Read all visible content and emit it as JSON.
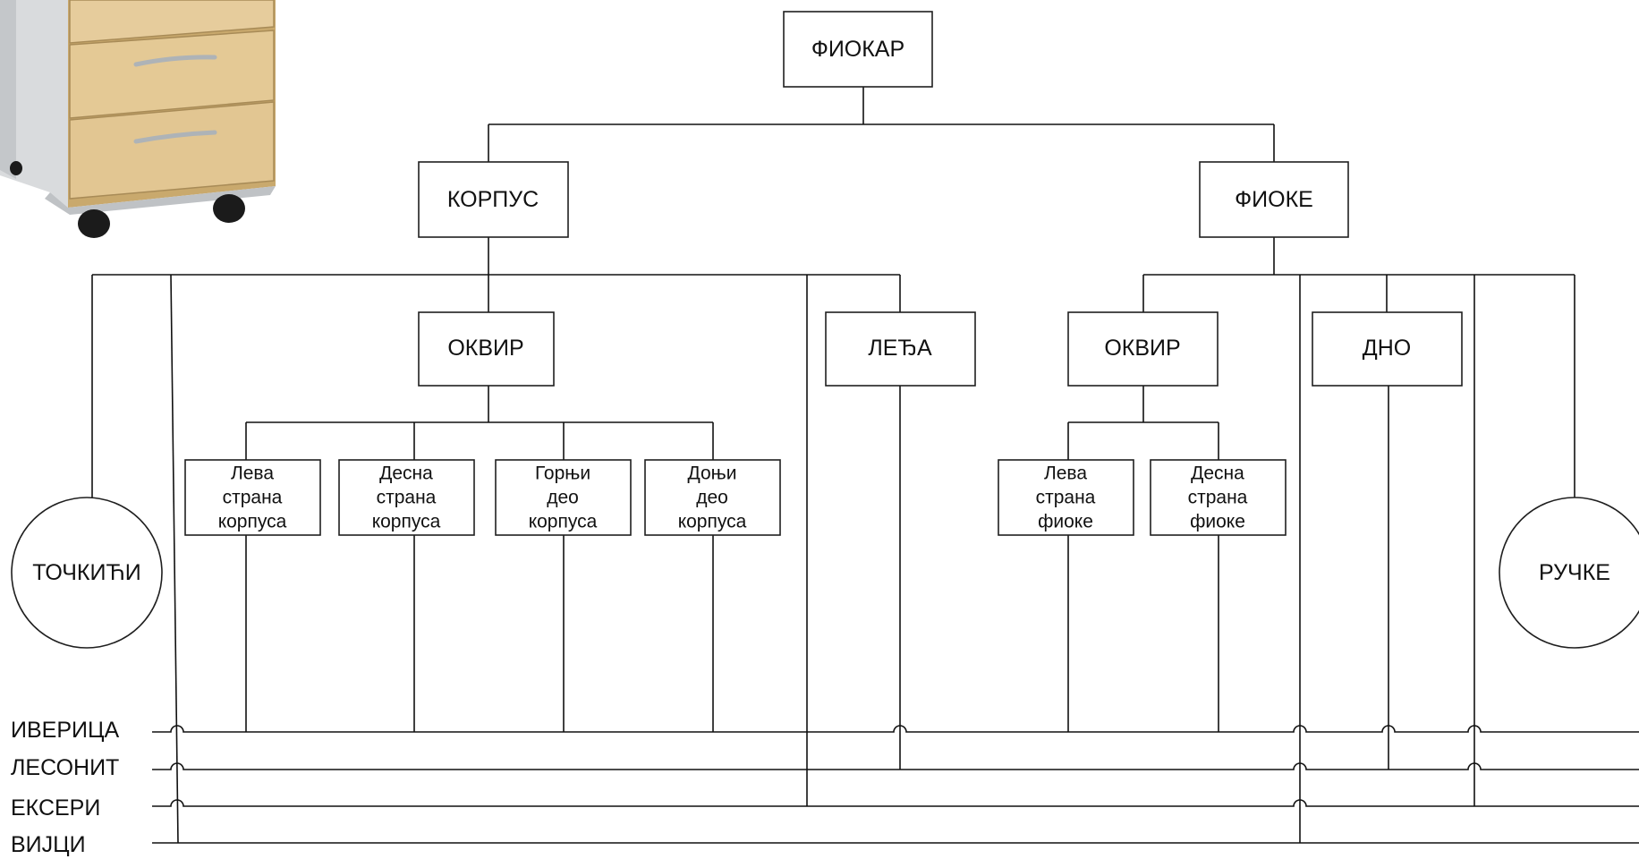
{
  "diagram": {
    "root": "ФИОКАР",
    "corpus": "КОРПУС",
    "drawers": "ФИОКЕ",
    "corpus_frame": "ОКВИР",
    "back": "ЛЕЂА",
    "drawer_frame": "ОКВИР",
    "bottom": "ДНО",
    "wheels": "ТОЧКИЋИ",
    "handles": "РУЧКЕ",
    "corpus_parts": [
      {
        "lines": [
          "Лева",
          "страна",
          "корпуса"
        ]
      },
      {
        "lines": [
          "Десна",
          "страна",
          "корпуса"
        ]
      },
      {
        "lines": [
          "Горњи",
          "део",
          "корпуса"
        ]
      },
      {
        "lines": [
          "Доњи",
          "део",
          "корпуса"
        ]
      }
    ],
    "drawer_parts": [
      {
        "lines": [
          "Лева",
          "страна",
          "фиоке"
        ]
      },
      {
        "lines": [
          "Десна",
          "страна",
          "фиоке"
        ]
      }
    ],
    "materials": [
      "ИВЕРИЦА",
      "ЛЕСОНИТ",
      "ЕКСЕРИ",
      "ВИЈЦИ"
    ]
  },
  "photo": {
    "subject": "drawer-cabinet-photo",
    "colors": {
      "wood": "#e3c795",
      "wood_dark": "#c9a96d",
      "body": "#d6d8da",
      "handle": "#b7bcc0",
      "wheel": "#1b1b1b"
    }
  }
}
